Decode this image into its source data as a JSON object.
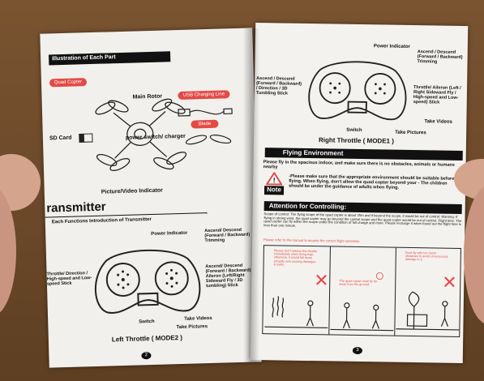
{
  "left_page": {
    "heading": "Illustration of Each Part",
    "quad_copter_label": "Quad Copter",
    "usb_line_label": "USB Charging Line",
    "main_rotor": "Main Rotor",
    "sd_card": "SD Card",
    "power_switch": "power switch/ charger",
    "blade_label": "Blade",
    "camera_label": "Picture/Video Indicator",
    "section_title": "ransmitter",
    "section_subtitle": "Each Functions Introduction of Transmitter",
    "power_indicator": "Power Indicator",
    "ascend_forward": "Ascend/ Descend (Forward / Backward) Trimming",
    "throttle_direction": "Throttle/ Direction / High-speed and Low-speed Stick",
    "ascend_aileron": "Ascend/ Descend (Forward / Backward) / Aileron (Left/Right Sideward Fly / 3D tumbling) Stick",
    "switch": "Switch",
    "take_videos": "Take Videos",
    "take_pictures": "Take Pictures",
    "mode_caption": "Left Throttle",
    "mode_paren": "( MODE2 )",
    "page_number": "2"
  },
  "right_page": {
    "power_indicator": "Power Indicator",
    "ascend_forward": "Ascend / Descend (Forward / Backward) Trimming",
    "ascend_left": "Ascend / Descend (Forward / Backward) / Direction / 3D Tumbling Stick",
    "throttle_aileron": "Throttle/ Aileron (Left / Right Sideward Fly / High-speed and Low-speed) Stick",
    "take_videos": "Take Videos",
    "take_pictures": "Take Pictures",
    "switch": "Switch",
    "mode_caption": "Right Throttle",
    "mode_paren": "( MODE1 )",
    "flying_env_title": "Flying Environment",
    "flying_env_text": "Please fly in the spacious indoor, and make sure there is no obstacles, animals or humans nearby",
    "note_label": "Note",
    "note_text": "-Please make sure that the appropriate environment should be suitable before flying. When flying, don't allow the quad copter beyond your - The children should be under the guidance of adults when flying.",
    "attention_title": "Attention for Controlling:",
    "attention_text": "Scope of control: The flying scope of the quad copter is about 25m and if beyond the scope, it would be out of control. Warning: If flying in strong wind, the quad copter may go beyond the control scope and the quad copter would be out of control. Flight time: The quad copter can fly within the scope under the condition of full charge and more. Please recharge it when found out the flight time is less than one minute.",
    "red_line": "Please refer to the manual to acquire the correct flight operation.",
    "panel1_text": "Please don't release the throttle immediately when flying high, otherwise, it would fall down abruptly and causing damages to parts.",
    "panel2_text": "The quad copter shall fly far away from the ground.",
    "panel3_text": "Don't fly with too much obstacles to avoid unnecessary damage to it.",
    "page_number": "3"
  },
  "colors": {
    "accent_red": "#e34a46",
    "bar_black": "#111111",
    "paper": "#f2f0ec",
    "table": "#6b4a2c"
  }
}
